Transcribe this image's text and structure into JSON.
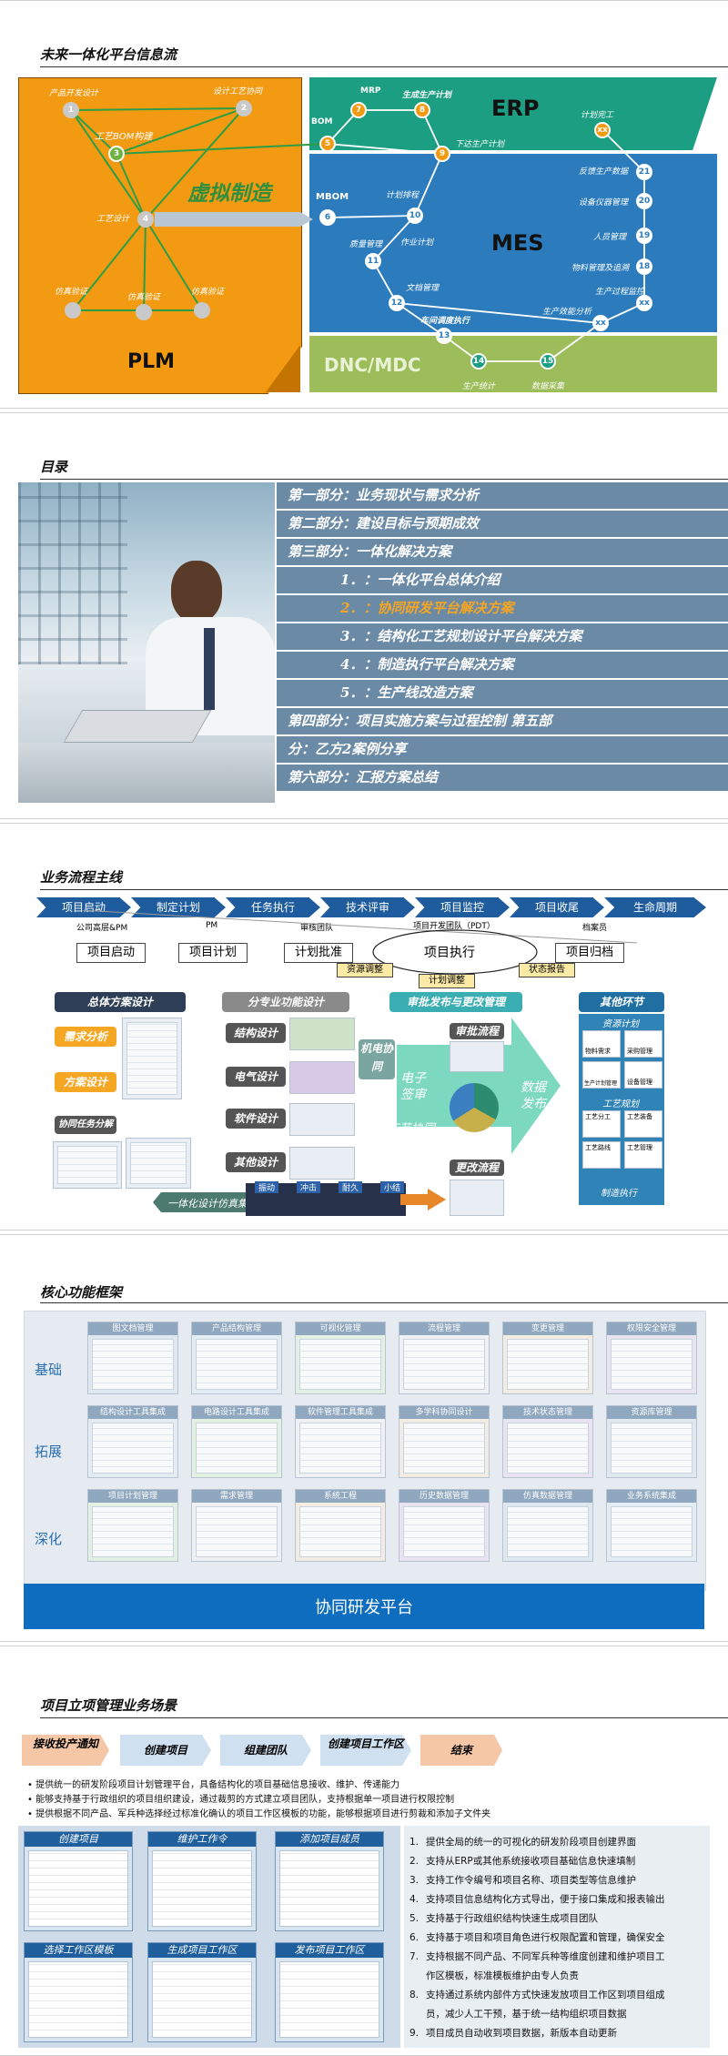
{
  "s1": {
    "title": "未来一体化平台信息流",
    "plm": "PLM",
    "erp": "ERP",
    "mes": "MES",
    "dnc": "DNC/MDC",
    "virtual": "虚拟制造",
    "bom_build": "工艺BOM构建",
    "labels": {
      "product_dev": "产品开发设计",
      "process_collab": "设计工艺协同",
      "process_design": "工艺设计",
      "sim1": "仿真验证",
      "sim2": "仿真验证",
      "sim3": "仿真验证",
      "mrp": "MRP",
      "gen_plan": "生成生产计划",
      "bom": "BOM",
      "issue_plan": "下达生产计划",
      "plan_done": "计划完工",
      "mbom": "MBOM",
      "plan_sched": "计划排程",
      "job_plan": "作业计划",
      "quality": "质量管理",
      "doc_mgmt": "文档管理",
      "workshop": "车间调度执行",
      "prod_stats": "生产统计",
      "data_collect": "数据采集",
      "feedback": "反馈生产数据",
      "equipment": "设备仪器管理",
      "personnel": "人员管理",
      "material": "物料管理及追溯",
      "proc_monitor": "生产过程监控",
      "efficiency": "生产效能分析"
    },
    "nodes": [
      "1",
      "2",
      "3",
      "4",
      "5",
      "7",
      "8",
      "9",
      "6",
      "10",
      "11",
      "12",
      "13",
      "14",
      "15",
      "21",
      "20",
      "19",
      "18",
      "xx",
      "xx",
      "xx"
    ]
  },
  "s2": {
    "title": "目录",
    "items": [
      "第一部分：业务现状与需求分析",
      "第二部分：建设目标与预期成效",
      "第三部分：一体化解决方案",
      "1．：一体化平台总体介绍",
      "2．：协同研发平台解决方案",
      "3．：结构化工艺规划设计平台解决方案",
      "4．：制造执行平台解决方案",
      "5．：生产线改造方案",
      "第四部分：项目实施方案与过程控制 第五部",
      "分：乙方2案例分享",
      "第六部分：汇报方案总结"
    ],
    "highlight_color": "#f5a623"
  },
  "s3": {
    "title": "业务流程主线",
    "phases": [
      "项目启动",
      "制定计划",
      "任务执行",
      "技术评审",
      "项目监控",
      "项目收尾",
      "生命周期"
    ],
    "roles": [
      "公司高层&PM",
      "PM",
      "审核团队",
      "项目开发团队（PDT）",
      "档案员"
    ],
    "steps": [
      "项目启动",
      "项目计划",
      "计划批准",
      "项目执行",
      "项目归档"
    ],
    "tags": [
      "资源调整",
      "计划调整",
      "状态报告"
    ],
    "overall": "总体方案设计",
    "demand": "需求分析",
    "scheme": "方案设计",
    "collab_task": "协同任务分解",
    "discipline": "分专业功能设计",
    "disciplines": [
      "结构设计",
      "电气设计",
      "软件设计",
      "其他设计"
    ],
    "mech_collab": "机电协同",
    "review": "审批发布与更改管理",
    "review_flow": "审批流程",
    "e_sign": "电子签审",
    "data_release": "数据发布",
    "process_review": "设计工艺协同预审查",
    "change_flow": "更改流程",
    "integrated": "一体化设计仿真集成",
    "sim_tabs": [
      "振动",
      "冲击",
      "耐久",
      "小结"
    ],
    "other": "其他环节",
    "resource_plan": "资源计划",
    "process_plan": "工艺规划",
    "mfg_exec": "制造执行",
    "mini": [
      "物料需求",
      "采购管理",
      "生产计划管理",
      "设备管理",
      "工艺分工",
      "工艺装备",
      "工艺路线",
      "工艺管理"
    ]
  },
  "s4": {
    "title": "核心功能框架",
    "rows": [
      {
        "label": "基础",
        "items": [
          "图文档管理",
          "产品结构管理",
          "可视化管理",
          "流程管理",
          "变更管理",
          "权限安全管理"
        ]
      },
      {
        "label": "拓展",
        "items": [
          "结构设计工具集成",
          "电路设计工具集成",
          "软件管理工具集成",
          "多学科协同设计",
          "技术状态管理",
          "资源库管理"
        ]
      },
      {
        "label": "深化",
        "items": [
          "项目计划管理",
          "需求管理",
          "系统工程",
          "历史数据管理",
          "仿真数据管理",
          "业务系统集成"
        ]
      }
    ],
    "platform": "协同研发平台"
  },
  "s5": {
    "title": "项目立项管理业务场景",
    "flow": [
      "接收投产通知",
      "创建项目",
      "组建团队",
      "创建项目工作区",
      "结束"
    ],
    "bullets": [
      "提供统一的研发阶段项目计划管理平台，具备结构化的项目基础信息接收、维护、传递能力",
      "能够支持基于行政组织的项目组织建设，通过裁剪的方式建立项目团队，支持根据单一项目进行权限控制",
      "提供根据不同产品、军兵种选择经过标准化确认的项目工作区模板的功能，能够根据项目进行剪裁和添加子文件夹"
    ],
    "shots": [
      "创建项目",
      "维护工作令",
      "添加项目成员",
      "选择工作区模板",
      "生成项目工作区",
      "发布项目工作区"
    ],
    "numbered": [
      "提供全局的统一的可视化的研发阶段项目创建界面",
      "支持从ERP或其他系统接收项目基础信息快速填制",
      "支持工作令编号和项目名称、项目类型等信息维护",
      "支持项目信息结构化方式导出，便于接口集成和报表输出",
      "支持基于行政组织结构快速生成项目团队",
      "支持基于项目和项目角色进行权限配置和管理，确保安全",
      "支持根据不同产品、不同军兵种等维度创建和维护项目工",
      "作区模板，标准模板维护由专人负责",
      "支持通过系统内部件方式快速发放项目工作区到项目组成",
      "员，减少人工干预，基于统一结构组织项目数据",
      "项目成员自动收到项目数据，新版本自动更新"
    ],
    "numbers": [
      "1.",
      "2.",
      "3.",
      "4.",
      "5.",
      "6.",
      "7.",
      "",
      "8.",
      "",
      "9."
    ]
  }
}
